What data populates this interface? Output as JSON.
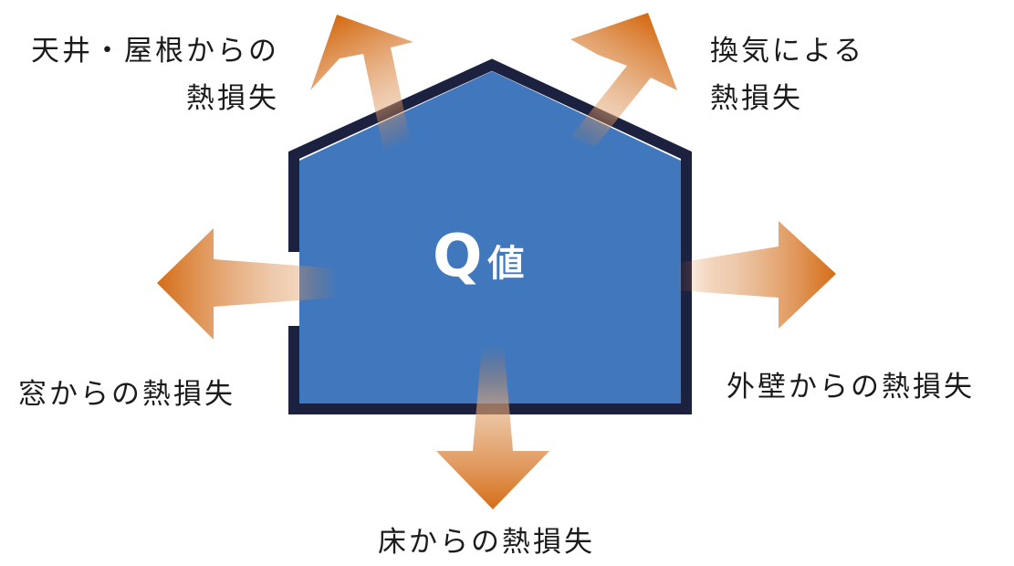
{
  "diagram": {
    "center_label_main": "Q",
    "center_label_kanji": "値",
    "labels": {
      "roof_line1": "天井・屋根からの",
      "roof_line2": "熱損失",
      "ventilation_line1": "換気による",
      "ventilation_line2": "熱損失",
      "window": "窓からの熱損失",
      "wall": "外壁からの熱損失",
      "floor": "床からの熱損失"
    }
  },
  "colors": {
    "house_fill": "#4178bd",
    "house_outline": "#1c2140",
    "arrow_orange": "#d56d17"
  }
}
